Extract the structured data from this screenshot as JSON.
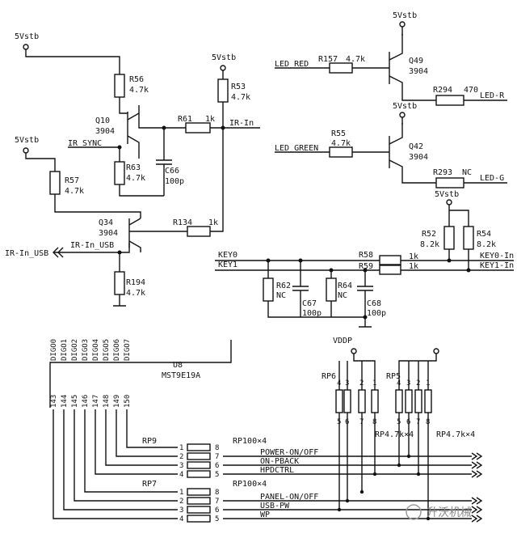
{
  "supply": {
    "vstb": "5Vstb",
    "vddp": "VDDP"
  },
  "ir_section": {
    "r56": {
      "ref": "R56",
      "val": "4.7k"
    },
    "r53": {
      "ref": "R53",
      "val": "4.7k"
    },
    "q10": {
      "ref": "Q10",
      "part": "3904"
    },
    "r61": {
      "ref": "R61",
      "val": "1k"
    },
    "ir_in": "IR-In",
    "ir_sync": "IR_SYNC",
    "r63": {
      "ref": "R63",
      "val": "4.7k"
    },
    "c66": {
      "ref": "C66",
      "val": "100p"
    },
    "r57": {
      "ref": "R57",
      "val": "4.7k"
    },
    "q34": {
      "ref": "Q34",
      "part": "3904"
    },
    "r134": {
      "ref": "R134",
      "val": "1k"
    },
    "ir_in_usb": "IR-In_USB",
    "ir_in_usb_port": "IR-In_USB",
    "r194": {
      "ref": "R194",
      "val": "4.7k"
    }
  },
  "led_section": {
    "led_red": "LED_RED",
    "r157": {
      "ref": "R157",
      "val": "4.7k"
    },
    "q49": {
      "ref": "Q49",
      "part": "3904"
    },
    "r294": {
      "ref": "R294",
      "val": "470"
    },
    "led_r": "LED-R",
    "led_green": "LED_GREEN",
    "r55": {
      "ref": "R55",
      "val": "4.7k"
    },
    "q42": {
      "ref": "Q42",
      "part": "3904"
    },
    "r293": {
      "ref": "R293",
      "val": "NC"
    },
    "led_g": "LED-G"
  },
  "key_section": {
    "r52": {
      "ref": "R52",
      "val": "8.2k"
    },
    "r54": {
      "ref": "R54",
      "val": "8.2k"
    },
    "key0": "KEY0",
    "key1": "KEY1",
    "r58": {
      "ref": "R58",
      "val": "1k"
    },
    "r59": {
      "ref": "R59",
      "val": "1k"
    },
    "key0_in": "KEY0-In",
    "key1_in": "KEY1-In",
    "r62": {
      "ref": "R62",
      "val": "NC"
    },
    "c67": {
      "ref": "C67",
      "val": "100p"
    },
    "r64": {
      "ref": "R64",
      "val": "NC"
    },
    "c68": {
      "ref": "C68",
      "val": "100p"
    }
  },
  "mcu": {
    "ref": "U8",
    "part": "MST9E19A",
    "pins": [
      "DIGO0",
      "DIGO1",
      "DIGO2",
      "DIGO3",
      "DIGO4",
      "DIGO5",
      "DIGO6",
      "DIGO7"
    ],
    "pin_numbers": [
      "143",
      "144",
      "145",
      "146",
      "147",
      "148",
      "149",
      "150"
    ]
  },
  "resistor_packs": {
    "rp9": {
      "ref": "RP9",
      "val": "RP100×4"
    },
    "rp7": {
      "ref": "RP7",
      "val": "RP100×4"
    },
    "rp6": {
      "ref": "RP6",
      "val": "RP4.7k×4"
    },
    "rp5": {
      "ref": "RP5",
      "val": "RP4.7k×4"
    },
    "pins_top": [
      "4",
      "3",
      "2",
      "1"
    ],
    "pins_bottom": [
      "5",
      "6",
      "7",
      "8"
    ]
  },
  "signals": [
    "POWER-ON/OFF",
    "ON-PBACK",
    "HPDCTRL",
    "PANEL-ON/OFF",
    "USB-PW",
    "WP"
  ],
  "watermark": "升沃机械"
}
